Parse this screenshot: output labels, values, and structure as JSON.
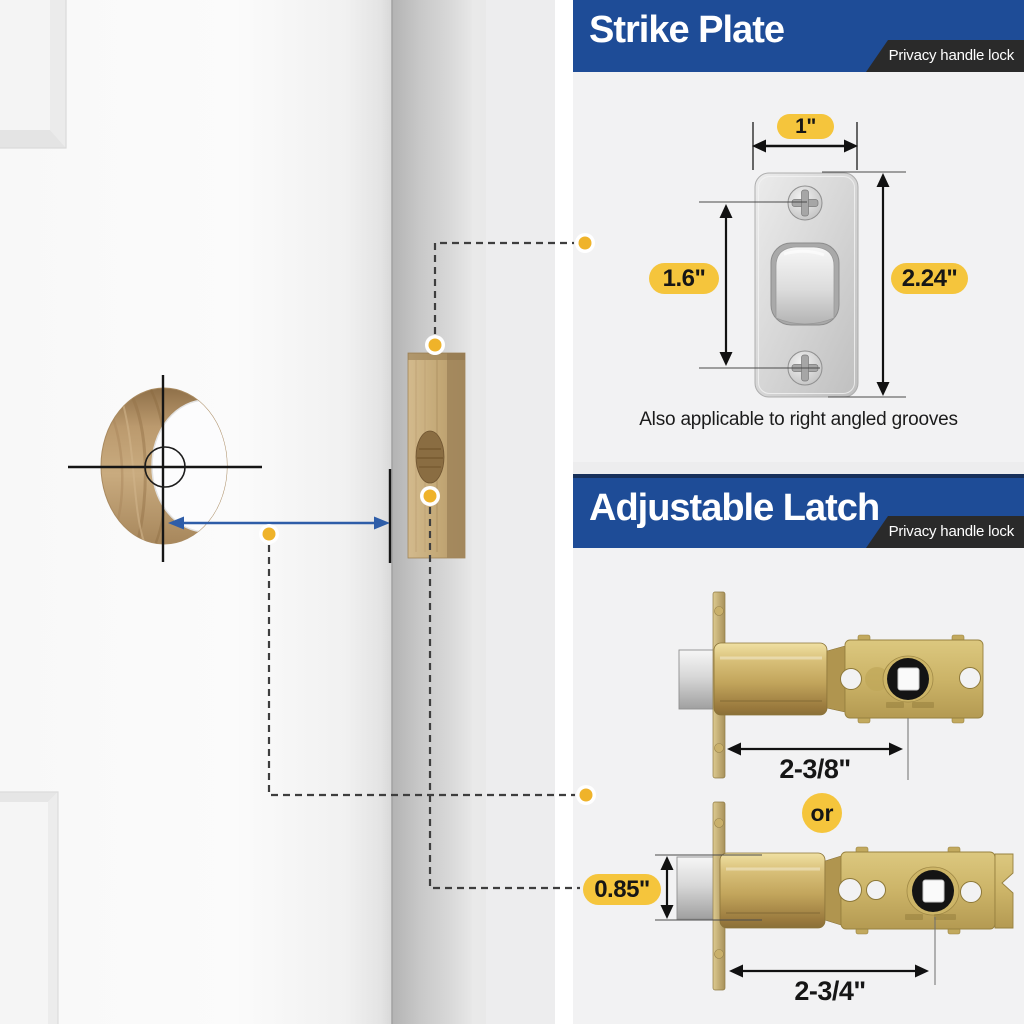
{
  "panels": {
    "strike_plate": {
      "title": "Strike Plate",
      "ribbon_label": "Privacy handle lock",
      "dim_width": "1\"",
      "dim_screw_spacing": "1.6\"",
      "dim_height": "2.24\"",
      "caption": "Also applicable to right angled grooves"
    },
    "adjustable_latch": {
      "title": "Adjustable Latch",
      "ribbon_label": "Privacy handle lock",
      "latch_a_backset": "2-3/8\"",
      "or_label": "or",
      "bolt_height": "0.85\"",
      "latch_b_backset": "2-3/4\""
    }
  },
  "colors": {
    "header_blue": "#1E4C97",
    "header_navy_edge": "#17305A",
    "ribbon_black": "#2A2A2A",
    "accent_yellow": "#F5C53C",
    "connector_dot_gold": "#EFB32A",
    "arrow_blue": "#2E5DA8",
    "panel_bg": "#F2F2F3",
    "scene_bg": "#EDEDEE",
    "wood_tan": "#C2A377",
    "brass": "#C9AF62"
  }
}
